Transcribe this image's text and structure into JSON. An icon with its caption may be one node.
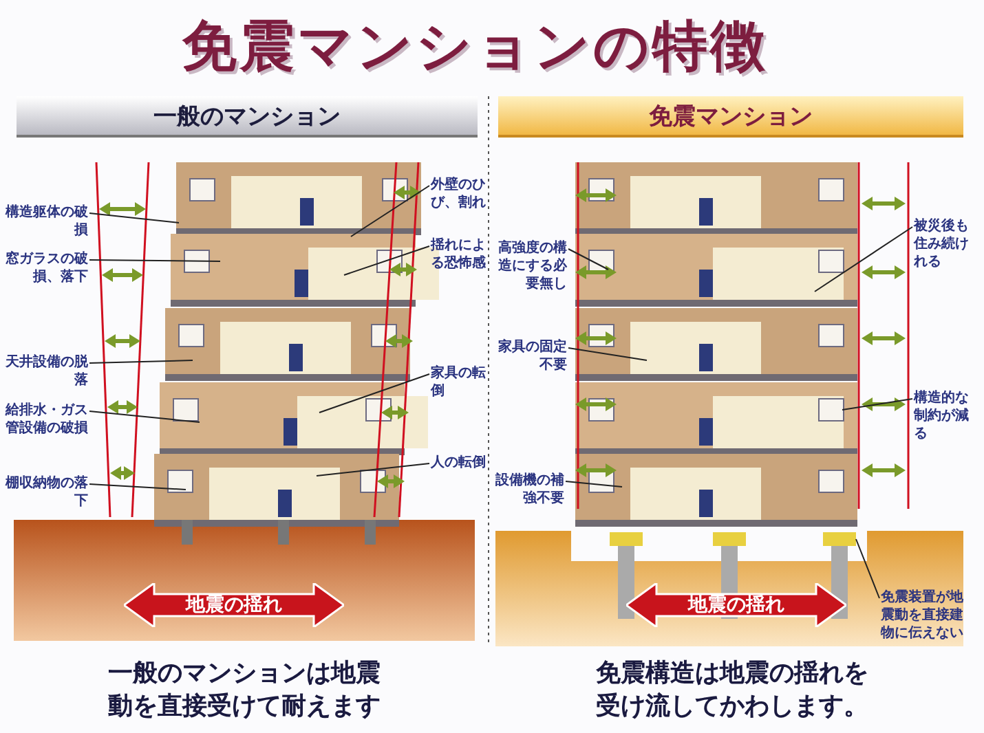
{
  "diagram": {
    "title": "免震マンションの特徴",
    "nodes": [
      {
        "text": [
          "一般のマンション"
        ]
      },
      {
        "text": [
          "免震マンション"
        ]
      },
      {
        "text": [
          "構造躯体の破損"
        ]
      },
      {
        "text": [
          "窓ガラスの破損、落下"
        ]
      },
      {
        "text": [
          "天井設備の脱落"
        ]
      },
      {
        "text": [
          "給排水・ガス管設備の破損"
        ]
      },
      {
        "text": [
          "棚収納物の落下"
        ]
      },
      {
        "text": [
          "外壁のひび、割れ"
        ]
      },
      {
        "text": [
          "揺れによる恐怖感"
        ]
      },
      {
        "text": [
          "家具の転倒"
        ]
      },
      {
        "text": [
          "人の転倒"
        ]
      },
      {
        "text": [
          "高強度の構造にする必要無し"
        ]
      },
      {
        "text": [
          "家具の固定不要"
        ]
      },
      {
        "text": [
          "設備機の補強不要"
        ]
      },
      {
        "text": [
          "被災後も住み続けれる"
        ]
      },
      {
        "text": [
          "構造的な制約が減る"
        ]
      },
      {
        "text": [
          "免震装置が地震動を直接建物に伝えない"
        ]
      },
      {
        "text": [
          "地震の揺れ"
        ]
      },
      {
        "text": [
          "地震の揺れ"
        ]
      },
      {
        "text": [],
        "shape": "box"
      },
      {
        "text": [],
        "shape": "box"
      },
      {
        "text": [],
        "shape": "box"
      }
    ],
    "edges": [
      {
        "from": 2,
        "to": null,
        "arrow": "none"
      },
      {
        "from": 3,
        "to": null,
        "arrow": "none"
      },
      {
        "from": 4,
        "to": null,
        "arrow": "none"
      },
      {
        "from": 5,
        "to": null,
        "arrow": "none"
      },
      {
        "from": 6,
        "to": null,
        "arrow": "none"
      },
      {
        "from": 7,
        "to": null,
        "arrow": "none"
      },
      {
        "from": 8,
        "to": null,
        "arrow": "none"
      },
      {
        "from": 9,
        "to": null,
        "arrow": "none"
      },
      {
        "from": 10,
        "to": null,
        "arrow": "none"
      },
      {
        "from": 11,
        "to": null,
        "arrow": "none"
      },
      {
        "from": 12,
        "to": null,
        "arrow": "none"
      },
      {
        "from": 13,
        "to": null,
        "arrow": "none"
      },
      {
        "from": 14,
        "to": null,
        "arrow": "none"
      },
      {
        "from": 15,
        "to": null,
        "arrow": "none"
      },
      {
        "from": 16,
        "to": 21,
        "arrow": "none"
      }
    ],
    "labels": [
      "一般のマンションは地震動を直接受けて耐えます",
      "免震構造は地震の揺れを受け流してかわします。"
    ]
  }
}
